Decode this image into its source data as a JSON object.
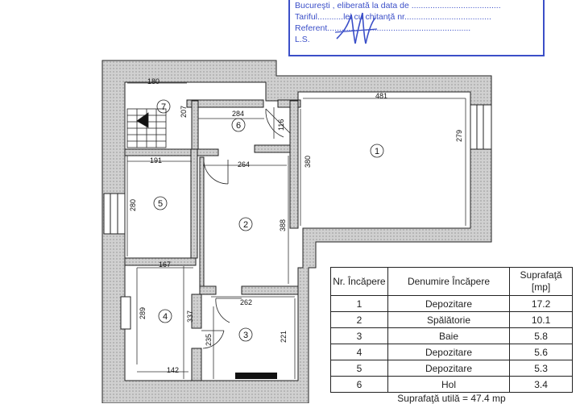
{
  "stamp": {
    "line1": "Bucureşti , eliberată la data de ......................................",
    "line2": "Tariful...........lei cu chitanţă nr.....................................",
    "line3": "Referent.............................................................",
    "line4": "L.S."
  },
  "dimensions": {
    "d180": "180",
    "d207": "207",
    "d284": "284",
    "d116": "116",
    "d481": "481",
    "d279": "279",
    "d380": "380",
    "d191": "191",
    "d264": "264",
    "d280": "280",
    "d388": "388",
    "d167": "167",
    "d289": "289",
    "d337": "337",
    "d262": "262",
    "d235": "235",
    "d221": "221",
    "d142": "142"
  },
  "room_labels": {
    "r1": "1",
    "r2": "2",
    "r3": "3",
    "r4": "4",
    "r5": "5",
    "r6": "6",
    "r7": "7"
  },
  "table": {
    "headers": [
      "Nr. Încăpere",
      "Denumire Încăpere",
      "Suprafaţă [mp]"
    ],
    "rows": [
      [
        "1",
        "Depozitare",
        "17.2"
      ],
      [
        "2",
        "Spălătorie",
        "10.1"
      ],
      [
        "3",
        "Baie",
        "5.8"
      ],
      [
        "4",
        "Depozitare",
        "5.6"
      ],
      [
        "5",
        "Depozitare",
        "5.3"
      ],
      [
        "6",
        "Hol",
        "3.4"
      ]
    ],
    "total": "Suprafaţă utilă = 47.4 mp"
  }
}
